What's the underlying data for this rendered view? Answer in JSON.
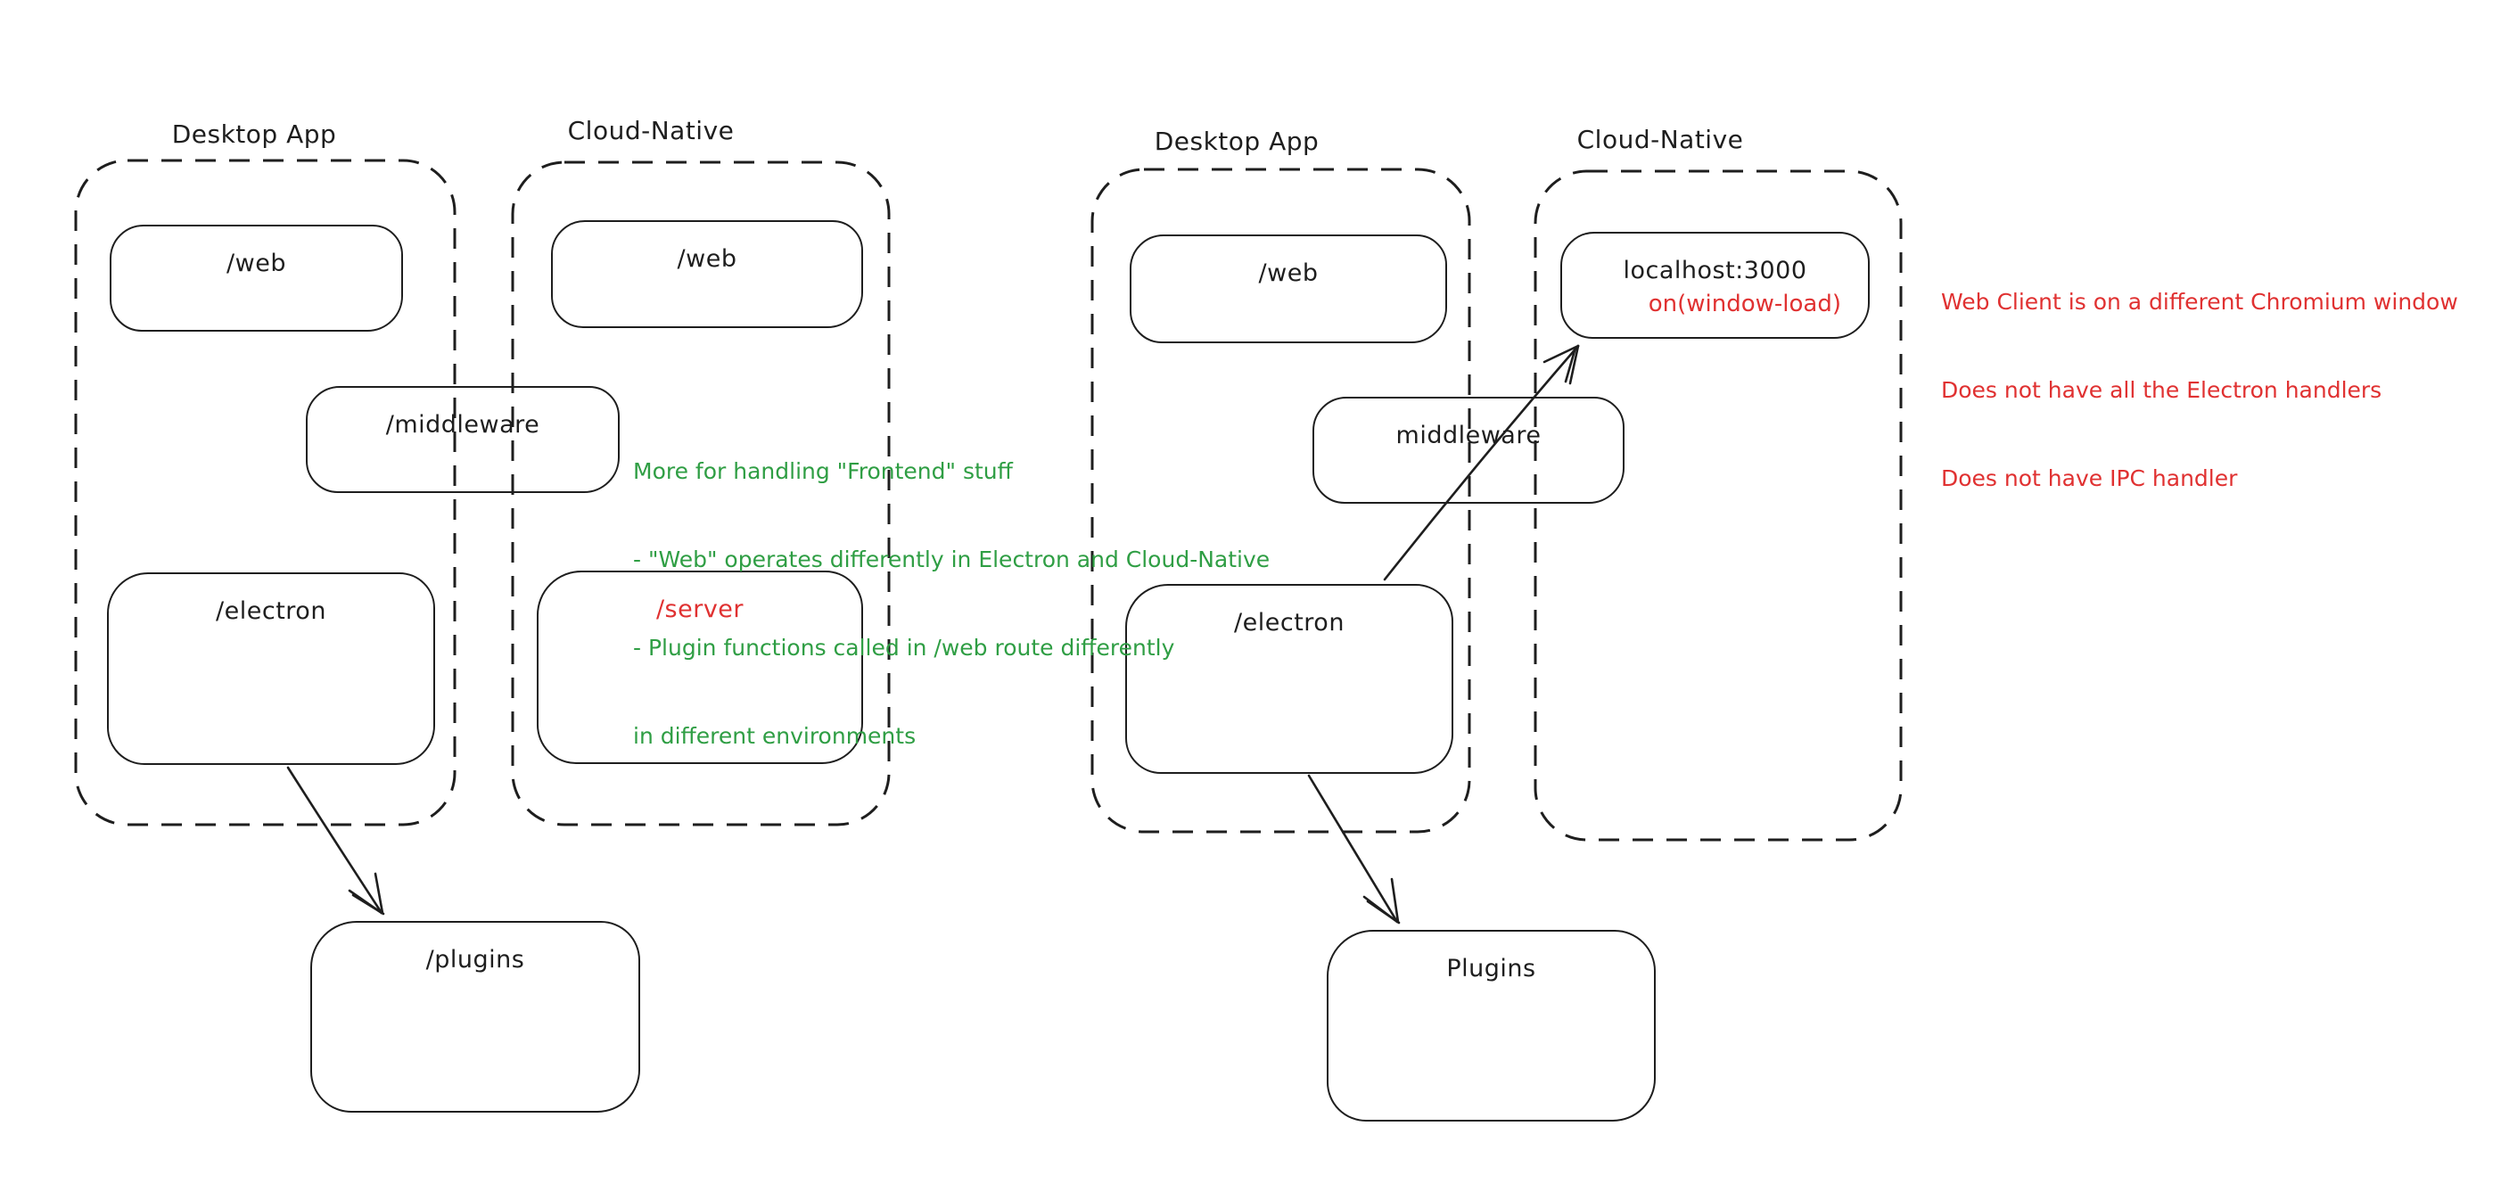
{
  "colors": {
    "ink": "#1e1e1e",
    "red": "#e03131",
    "green": "#2f9e44",
    "background": "#ffffff"
  },
  "left_diagram": {
    "desktop": {
      "title": "Desktop App",
      "web_label": "/web",
      "electron_label": "/electron"
    },
    "cloud": {
      "title": "Cloud-Native",
      "web_label": "/web",
      "server_label": "/server"
    },
    "middleware_label": "/middleware",
    "plugins_label": "/plugins",
    "green_note": {
      "lines": [
        "More for handling \"Frontend\" stuff",
        "- \"Web\" operates differently in Electron and Cloud-Native",
        "- Plugin functions called in /web route differently",
        "in different environments"
      ]
    }
  },
  "right_diagram": {
    "desktop": {
      "title": "Desktop App",
      "web_label": "/web",
      "electron_label": "/electron"
    },
    "cloud": {
      "title": "Cloud-Native",
      "localhost_label": "localhost:3000",
      "window_load_label": "on(window-load)"
    },
    "middleware_label": "middleware",
    "plugins_label": "Plugins",
    "red_note": {
      "lines": [
        "Web Client is on a different Chromium window",
        "Does not have all the Electron handlers",
        "Does not have IPC handler"
      ]
    }
  }
}
